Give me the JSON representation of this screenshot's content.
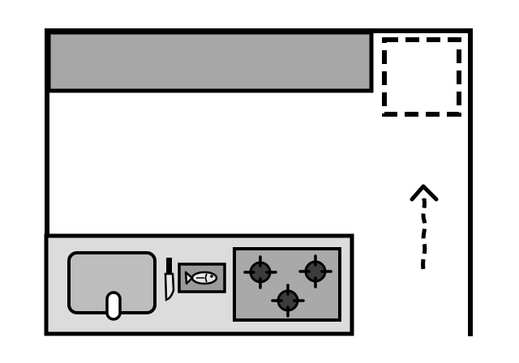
{
  "colors": {
    "outline": "#000000",
    "background": "#ffffff",
    "shelf": "#a6a6a6",
    "counter": "#dcdcdc",
    "sink_basin": "#bdbdbd",
    "stove": "#a9a9a9",
    "burner": "#3c3c3c",
    "cutting_board": "#9a9a9a",
    "fish": "#e6e6e6"
  },
  "icons": {
    "sink": "sink-icon",
    "faucet": "faucet-icon",
    "knife": "knife-icon",
    "fish": "fish-icon",
    "stove": "stove-icon",
    "burner": "gas-burner-icon",
    "target": "dashed-square-target",
    "path": "walking-path-arrow"
  },
  "stove": {
    "burner_count": 3
  },
  "walking_path": {
    "direction": "up"
  }
}
